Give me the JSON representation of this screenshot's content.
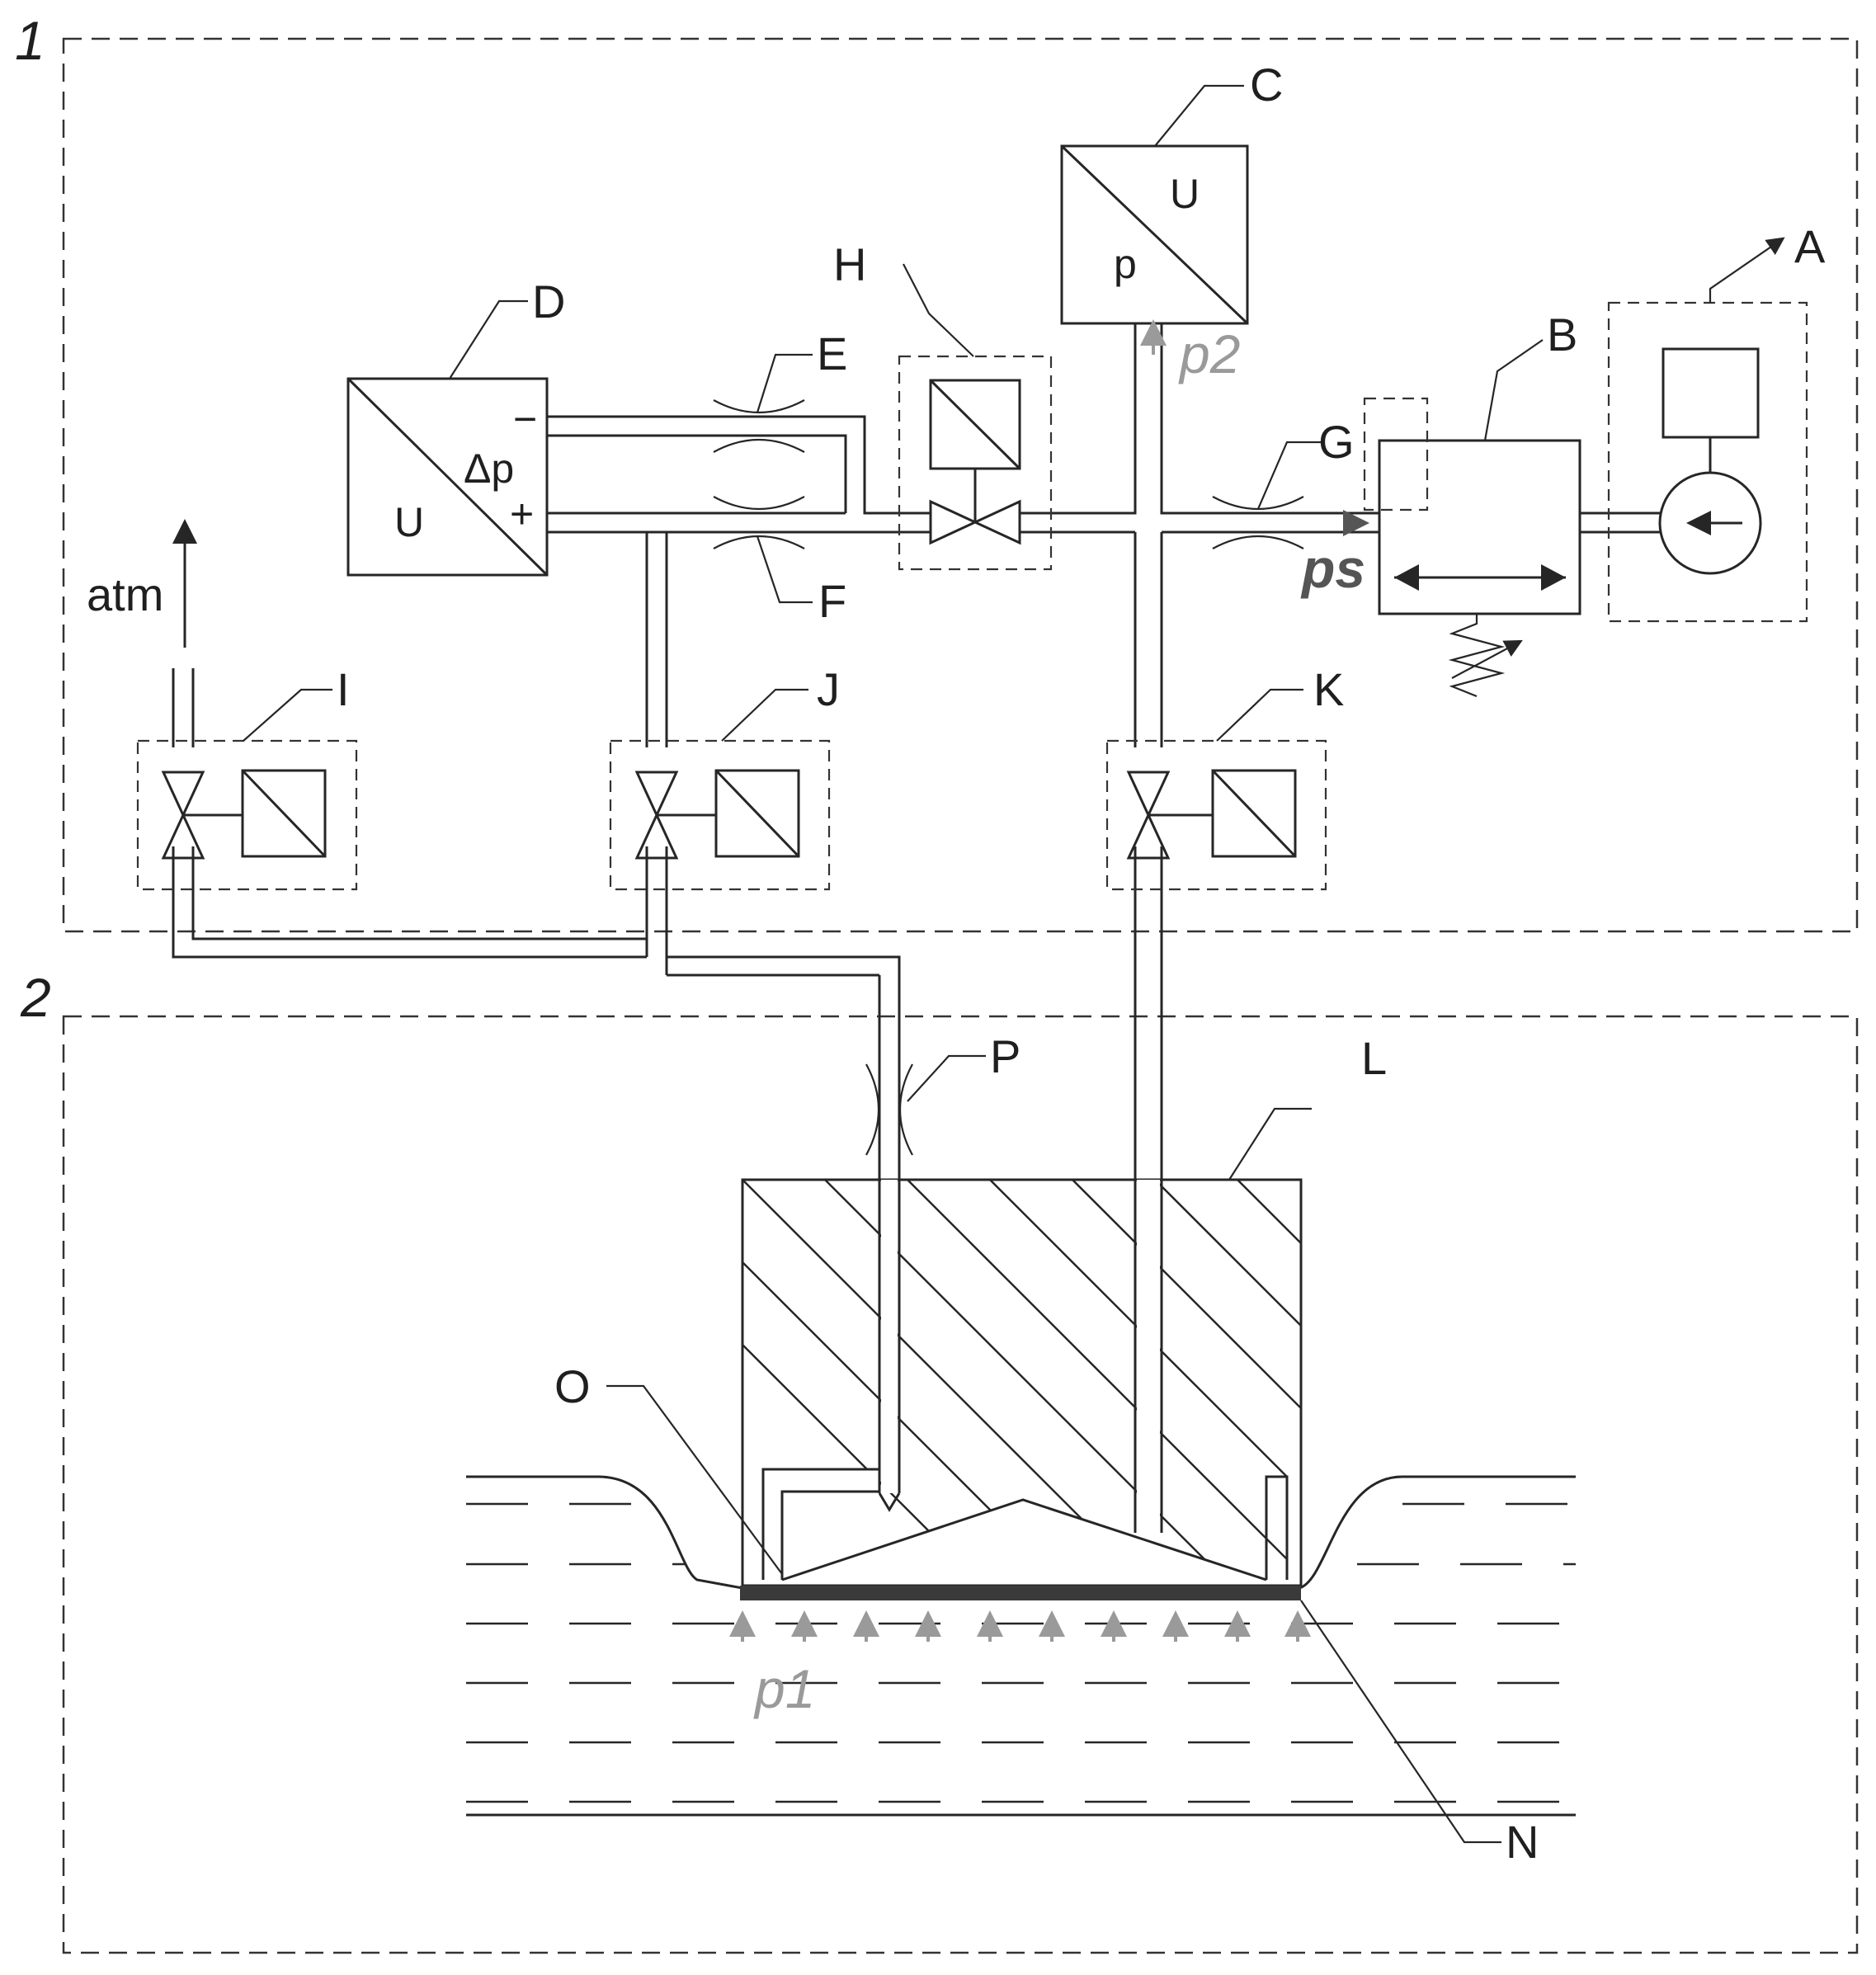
{
  "colors": {
    "line": "#262626",
    "pressure_dark": "#555555",
    "pressure_grey": "#9a9a9a",
    "membrane": "#3a3a3a"
  },
  "regions": {
    "upper": "1",
    "lower": "2"
  },
  "labels": {
    "A": "A",
    "B": "B",
    "C": "C",
    "D": "D",
    "E": "E",
    "F": "F",
    "G": "G",
    "H": "H",
    "I": "I",
    "J": "J",
    "K": "K",
    "L": "L",
    "N": "N",
    "O": "O",
    "P": "P"
  },
  "transducer_c": {
    "top": "U",
    "bottom": "p"
  },
  "transducer_d": {
    "center": "Δp",
    "bottom": "U",
    "minus": "−",
    "plus": "+"
  },
  "pressures": {
    "p1": "p1",
    "p2": "p2",
    "ps": "ps"
  },
  "atm": "atm"
}
